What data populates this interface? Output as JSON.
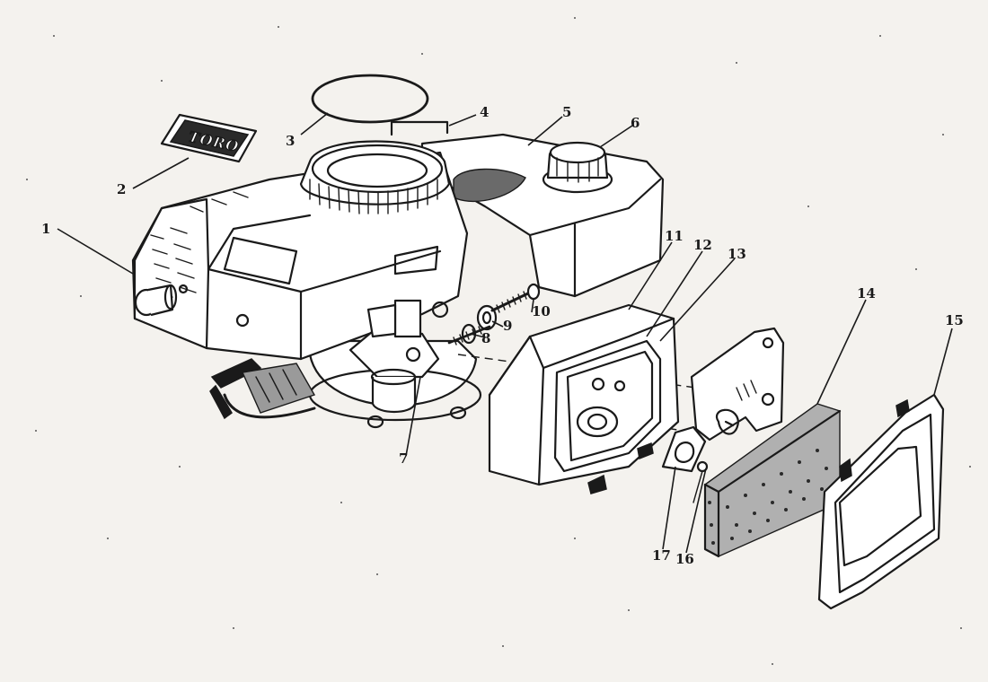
{
  "brand": {
    "logo_text": "TORO"
  },
  "callouts": [
    {
      "part": "engine-cover-side",
      "label": "1"
    },
    {
      "part": "decal",
      "label": "2"
    },
    {
      "part": "gasket-ring",
      "label": "3"
    },
    {
      "part": "bracket-strip",
      "label": "4"
    },
    {
      "part": "fuel-tank",
      "label": "5"
    },
    {
      "part": "fuel-cap",
      "label": "6"
    },
    {
      "part": "carburetor",
      "label": "7"
    },
    {
      "part": "washer-8",
      "label": "8"
    },
    {
      "part": "spacer",
      "label": "9"
    },
    {
      "part": "stud-bolt",
      "label": "10"
    },
    {
      "part": "air-cleaner-base",
      "label": "11"
    },
    {
      "part": "base-gasket",
      "label": "12"
    },
    {
      "part": "mounting-screw",
      "label": "13"
    },
    {
      "part": "foam-element",
      "label": "14"
    },
    {
      "part": "air-cleaner-cover",
      "label": "15"
    },
    {
      "part": "bracket-plate",
      "label": "16"
    },
    {
      "part": "filter-gasket",
      "label": "17"
    }
  ]
}
